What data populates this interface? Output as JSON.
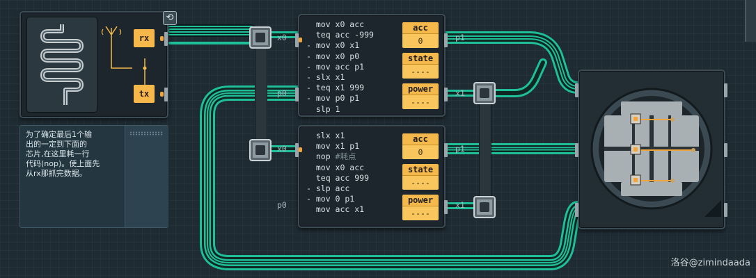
{
  "radio_chip": {
    "rx_label": "rx",
    "tx_label": "tx"
  },
  "note": {
    "lines": [
      "为了确定最后1个输",
      "出的一定到下面的",
      "芯片,在这里耗一行",
      "代码(nop)。使上面先",
      "从rx那抓完数据。"
    ]
  },
  "mc_top": {
    "code": [
      "  mov x0 acc",
      "  teq acc -999",
      "- mov x0 x1",
      "- mov x0 p0",
      "- mov acc p1",
      "- slx x1",
      "- teq x1 999",
      "- mov p0 p1",
      "  slp 1"
    ],
    "registers": [
      {
        "label": "acc",
        "value": "0"
      },
      {
        "label": "state",
        "value": "----"
      },
      {
        "label": "power",
        "value": "----"
      }
    ],
    "pins_left": [
      "x0",
      "p0"
    ],
    "pins_right": [
      "p1",
      "x1"
    ]
  },
  "mc_bottom": {
    "code": [
      "  slx x1",
      "  mov x1 p1",
      "  nop #耗点",
      "  mov x0 acc",
      "  teq acc 999",
      "- slp acc",
      "- mov 0 p1",
      "  mov acc x1"
    ],
    "registers": [
      {
        "label": "acc",
        "value": "0"
      },
      {
        "label": "state",
        "value": "----"
      },
      {
        "label": "power",
        "value": "----"
      }
    ],
    "pins_left": [
      "x0",
      "p0"
    ],
    "pins_right": [
      "p1",
      "x1"
    ]
  },
  "watermark": "洛谷@zimindaada",
  "colors": {
    "wire": "#1fbf9a",
    "register": "#f4b94a",
    "background": "#1e2b32"
  }
}
